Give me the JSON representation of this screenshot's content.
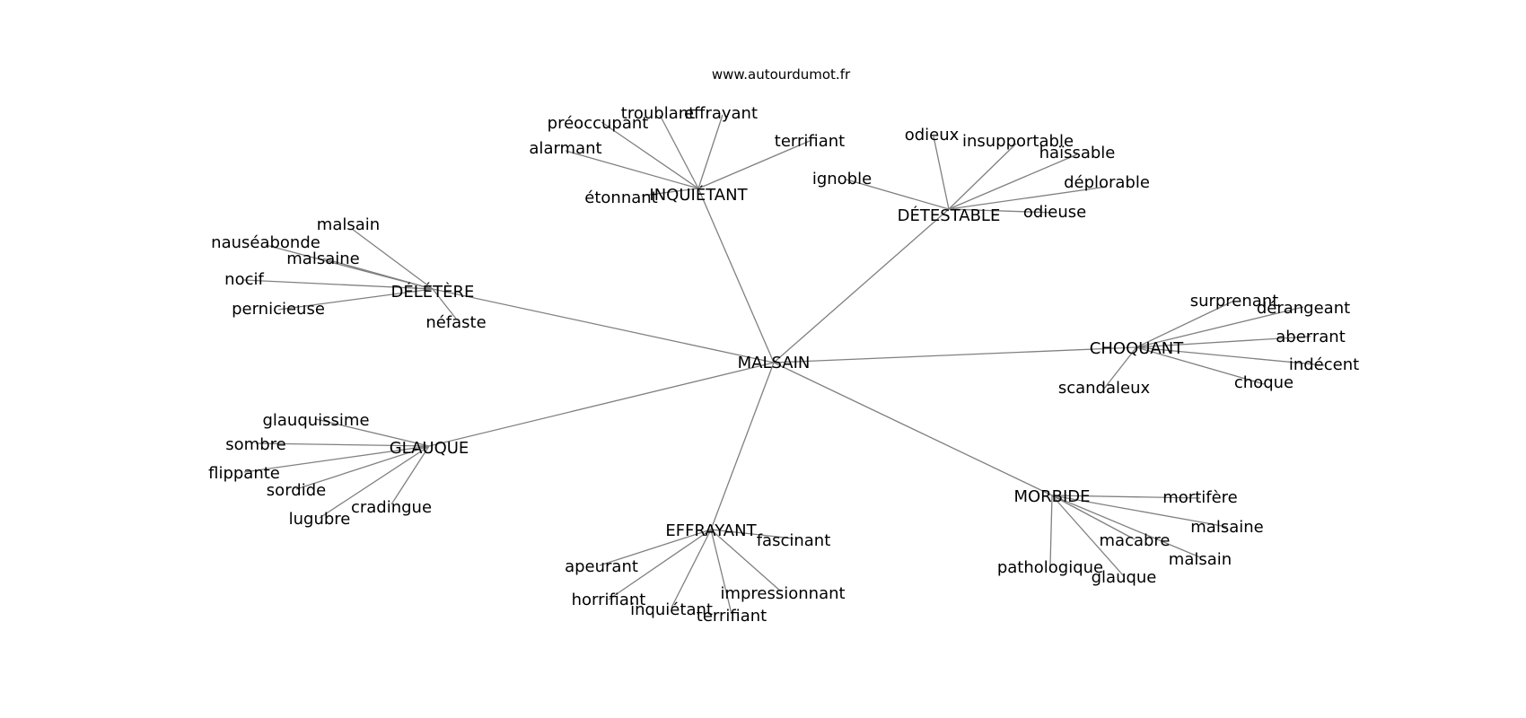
{
  "source": "www.autourdumot.fr",
  "diagram": {
    "center": "MALSAIN",
    "clusters": [
      {
        "label": "INQUIÉTANT",
        "words": [
          "troublant",
          "effrayant",
          "préoccupant",
          "alarmant",
          "terrifiant",
          "étonnant"
        ]
      },
      {
        "label": "DÉTESTABLE",
        "words": [
          "odieux",
          "insupportable",
          "haïssable",
          "ignoble",
          "déplorable",
          "odieuse"
        ]
      },
      {
        "label": "DÉLÉTÈRE",
        "words": [
          "malsain",
          "nauséabonde",
          "malsaine",
          "nocif",
          "pernicieuse",
          "néfaste"
        ]
      },
      {
        "label": "CHOQUANT",
        "words": [
          "surprenant",
          "dérangeant",
          "aberrant",
          "indécent",
          "choque",
          "scandaleux"
        ]
      },
      {
        "label": "GLAUQUE",
        "words": [
          "glauquissime",
          "sombre",
          "flippante",
          "sordide",
          "lugubre",
          "cradingue"
        ]
      },
      {
        "label": "MORBIDE",
        "words": [
          "mortifère",
          "malsaine",
          "macabre",
          "malsain",
          "pathologique",
          "glauque"
        ]
      },
      {
        "label": "EFFRAYANT",
        "words": [
          "fascinant",
          "apeurant",
          "horrifiant",
          "impressionnant",
          "inquiétant",
          "terrifiant"
        ]
      }
    ]
  }
}
